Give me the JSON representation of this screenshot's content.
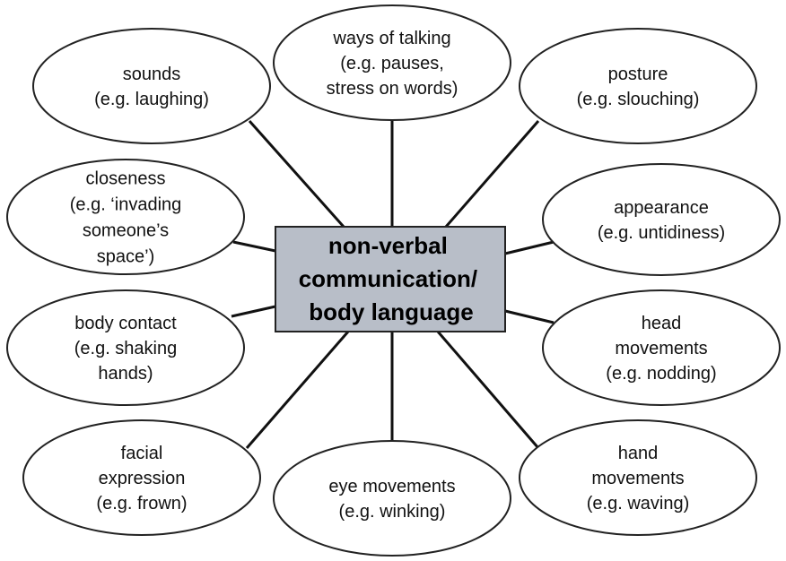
{
  "center": {
    "lines": [
      "non-verbal",
      "communication/",
      "body language"
    ],
    "fill": "#b8bec8"
  },
  "nodes": [
    {
      "id": "ways-of-talking",
      "lines": [
        "ways of talking",
        "(e.g. pauses,",
        "stress on words)"
      ]
    },
    {
      "id": "sounds",
      "lines": [
        "sounds",
        "(e.g. laughing)"
      ]
    },
    {
      "id": "posture",
      "lines": [
        "posture",
        "(e.g. slouching)"
      ]
    },
    {
      "id": "closeness",
      "lines": [
        "closeness",
        "(e.g. ‘invading",
        "someone’s",
        "space’)"
      ]
    },
    {
      "id": "appearance",
      "lines": [
        "appearance",
        "(e.g. untidiness)"
      ]
    },
    {
      "id": "body-contact",
      "lines": [
        "body contact",
        "(e.g. shaking",
        "hands)"
      ]
    },
    {
      "id": "head-movements",
      "lines": [
        "head",
        "movements",
        "(e.g. nodding)"
      ]
    },
    {
      "id": "facial-expression",
      "lines": [
        "facial",
        "expression",
        "(e.g. frown)"
      ]
    },
    {
      "id": "eye-movements",
      "lines": [
        "eye movements",
        "(e.g. winking)"
      ]
    },
    {
      "id": "hand-movements",
      "lines": [
        "hand",
        "movements",
        "(e.g. waving)"
      ]
    }
  ]
}
